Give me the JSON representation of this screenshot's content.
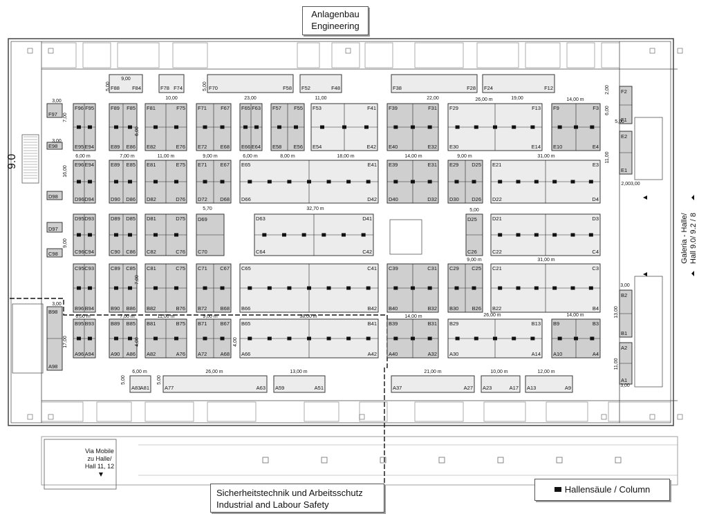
{
  "titles": {
    "top": [
      "Anlagenbau",
      "Engineering"
    ],
    "safety": [
      "Sicherheitstechnik und Arbeitsschutz",
      "Industrial and Labour Safety"
    ]
  },
  "legend": {
    "label": "Hallensäule /  Column"
  },
  "galeria": [
    "Galeria - Halle/",
    "Hall 9.0/ 9.2 / 8"
  ],
  "via_mobile": [
    "Via Mobile",
    "zu Halle/",
    "Hall 11, 12"
  ],
  "hall_number": "9.0",
  "colors": {
    "stand_fill": "#cfcfcf",
    "stand_light": "#ececec",
    "line": "#222222",
    "wall": "#444444",
    "column": "#111111"
  },
  "stands": [
    {
      "id": "F88",
      "labels": [
        "F88",
        "F84"
      ]
    },
    {
      "id": "F78",
      "labels": [
        "F78",
        "F74"
      ]
    },
    {
      "id": "F70",
      "labels": [
        "F70",
        "F58"
      ]
    },
    {
      "id": "F52",
      "labels": [
        "F52",
        "F48"
      ]
    },
    {
      "id": "F38",
      "labels": [
        "F38",
        "F28"
      ]
    },
    {
      "id": "F24",
      "labels": [
        "F24",
        "F12"
      ]
    },
    {
      "id": "F97",
      "labels": [
        "F97"
      ]
    },
    {
      "id": "F2",
      "labels": [
        "F2",
        "F1"
      ]
    },
    {
      "id": "E98",
      "labels": [
        "E98"
      ]
    },
    {
      "id": "F96",
      "labels": [
        "F96",
        "F95",
        "E95",
        "E94"
      ]
    },
    {
      "id": "F89",
      "labels": [
        "F89",
        "F85",
        "E89",
        "E86"
      ]
    },
    {
      "id": "F81",
      "labels": [
        "F81",
        "F75",
        "E82",
        "E76"
      ]
    },
    {
      "id": "F71",
      "labels": [
        "F71",
        "F67",
        "E72",
        "E68"
      ]
    },
    {
      "id": "F65",
      "labels": [
        "F65",
        "F63",
        "E66",
        "E64"
      ]
    },
    {
      "id": "F57",
      "labels": [
        "F57",
        "F55",
        "E58",
        "E56"
      ]
    },
    {
      "id": "F53",
      "labels": [
        "F53",
        "F41",
        "E54",
        "E42"
      ]
    },
    {
      "id": "F39",
      "labels": [
        "F39",
        "F31",
        "E40",
        "E32"
      ]
    },
    {
      "id": "F29",
      "labels": [
        "F29",
        "F13",
        "E30",
        "E14"
      ]
    },
    {
      "id": "F9",
      "labels": [
        "F9",
        "F3",
        "E10",
        "E4"
      ]
    },
    {
      "id": "E2",
      "labels": [
        "E2",
        "E1"
      ]
    },
    {
      "id": "E96",
      "labels": [
        "E96",
        "E94",
        "D96",
        "D94"
      ]
    },
    {
      "id": "E89",
      "labels": [
        "E89",
        "E85",
        "D90",
        "D86"
      ]
    },
    {
      "id": "E81",
      "labels": [
        "E81",
        "E75",
        "D82",
        "D76"
      ]
    },
    {
      "id": "E71",
      "labels": [
        "E71",
        "E67",
        "D72",
        "D68"
      ]
    },
    {
      "id": "E65",
      "labels": [
        "E65",
        "E41",
        "D66",
        "D42"
      ]
    },
    {
      "id": "E39",
      "labels": [
        "E39",
        "E31",
        "D40",
        "D32"
      ]
    },
    {
      "id": "E29",
      "labels": [
        "E29",
        "D25",
        "D30",
        "D26"
      ]
    },
    {
      "id": "E21",
      "labels": [
        "E21",
        "E3",
        "D22",
        "D4"
      ]
    },
    {
      "id": "D98",
      "labels": [
        "D98"
      ]
    },
    {
      "id": "D97",
      "labels": [
        "D97"
      ]
    },
    {
      "id": "D95",
      "labels": [
        "D95",
        "D93",
        "C96",
        "C94"
      ]
    },
    {
      "id": "D89",
      "labels": [
        "D89",
        "D85",
        "C90",
        "C86"
      ]
    },
    {
      "id": "D81",
      "labels": [
        "D81",
        "D75",
        "C82",
        "C76"
      ]
    },
    {
      "id": "D69",
      "labels": [
        "D69",
        "C70"
      ]
    },
    {
      "id": "D63",
      "labels": [
        "D63",
        "D41",
        "C64",
        "C42"
      ]
    },
    {
      "id": "D25b",
      "labels": [
        "D25",
        "C26"
      ]
    },
    {
      "id": "D21",
      "labels": [
        "D21",
        "D3",
        "C22",
        "C4"
      ]
    },
    {
      "id": "C98",
      "labels": [
        "C98"
      ]
    },
    {
      "id": "C95",
      "labels": [
        "C95",
        "C93",
        "B96",
        "B94"
      ]
    },
    {
      "id": "C89",
      "labels": [
        "C89",
        "C85",
        "B90",
        "B86"
      ]
    },
    {
      "id": "C81",
      "labels": [
        "C81",
        "C75",
        "B82",
        "B76"
      ]
    },
    {
      "id": "C71",
      "labels": [
        "C71",
        "C67",
        "B72",
        "B68"
      ]
    },
    {
      "id": "C65",
      "labels": [
        "C65",
        "C41",
        "B66",
        "B42"
      ]
    },
    {
      "id": "C39",
      "labels": [
        "C39",
        "C31",
        "B40",
        "B32"
      ]
    },
    {
      "id": "C29",
      "labels": [
        "C29",
        "C25",
        "B30",
        "B26"
      ]
    },
    {
      "id": "C21",
      "labels": [
        "C21",
        "C3",
        "B22",
        "B4"
      ]
    },
    {
      "id": "B2",
      "labels": [
        "B2",
        "B1"
      ]
    },
    {
      "id": "B98",
      "labels": [
        "B98",
        "A98"
      ]
    },
    {
      "id": "B95",
      "labels": [
        "B95",
        "B93",
        "A96",
        "A94"
      ]
    },
    {
      "id": "B89",
      "labels": [
        "B89",
        "B85",
        "A90",
        "A86"
      ]
    },
    {
      "id": "B81",
      "labels": [
        "B81",
        "B75",
        "A82",
        "A76"
      ]
    },
    {
      "id": "B71",
      "labels": [
        "B71",
        "B67",
        "A72",
        "A68"
      ]
    },
    {
      "id": "B65",
      "labels": [
        "B65",
        "B41",
        "A66",
        "A42"
      ]
    },
    {
      "id": "B39",
      "labels": [
        "B39",
        "B31",
        "A40",
        "A32"
      ]
    },
    {
      "id": "B29",
      "labels": [
        "B29",
        "B13",
        "A30",
        "A14"
      ]
    },
    {
      "id": "B9",
      "labels": [
        "B9",
        "B3",
        "A10",
        "A4"
      ]
    },
    {
      "id": "A2",
      "labels": [
        "A2",
        "A1"
      ]
    },
    {
      "id": "A83",
      "labels": [
        "A83",
        "A81"
      ]
    },
    {
      "id": "A77",
      "labels": [
        "A77",
        "A63"
      ]
    },
    {
      "id": "A59",
      "labels": [
        "A59",
        "A51"
      ]
    },
    {
      "id": "A37",
      "labels": [
        "A37",
        "A27"
      ]
    },
    {
      "id": "A23",
      "labels": [
        "A23",
        "A17"
      ]
    },
    {
      "id": "A13",
      "labels": [
        "A13",
        "A9"
      ]
    }
  ],
  "dimensions": [
    "9,00",
    "10,00",
    "23,00",
    "11,00",
    "22,00",
    "19,00",
    "14,00 m",
    "26,00 m",
    "6,00 m",
    "7,00 m",
    "11,00 m",
    "9,00 m",
    "6,00 m",
    "8,00 m",
    "18,00 m",
    "14,00 m",
    "9,00 m",
    "31,00 m",
    "5,70",
    "32,70 m",
    "5,00",
    "9,00 m",
    "31,00 m",
    "6,00 m",
    "7,00 m",
    "11,00 m",
    "9,00 m",
    "38,00 m",
    "14,00 m",
    "26,00 m",
    "14,00 m",
    "6,00 m",
    "26,00 m",
    "13,00 m",
    "21,00 m",
    "10,00 m",
    "12,00 m",
    "3,00",
    "3,00",
    "3,00",
    "3,00",
    "3,00",
    "2,00",
    "5,00",
    "6,00",
    "11,00",
    "13,00",
    "11,00",
    "17,00",
    "9,00",
    "16,00",
    "7,00",
    "2,003,00",
    "5,00",
    "5,00",
    "5,00",
    "5,00",
    "6,00",
    "7,00",
    "4,00",
    "4,00"
  ]
}
